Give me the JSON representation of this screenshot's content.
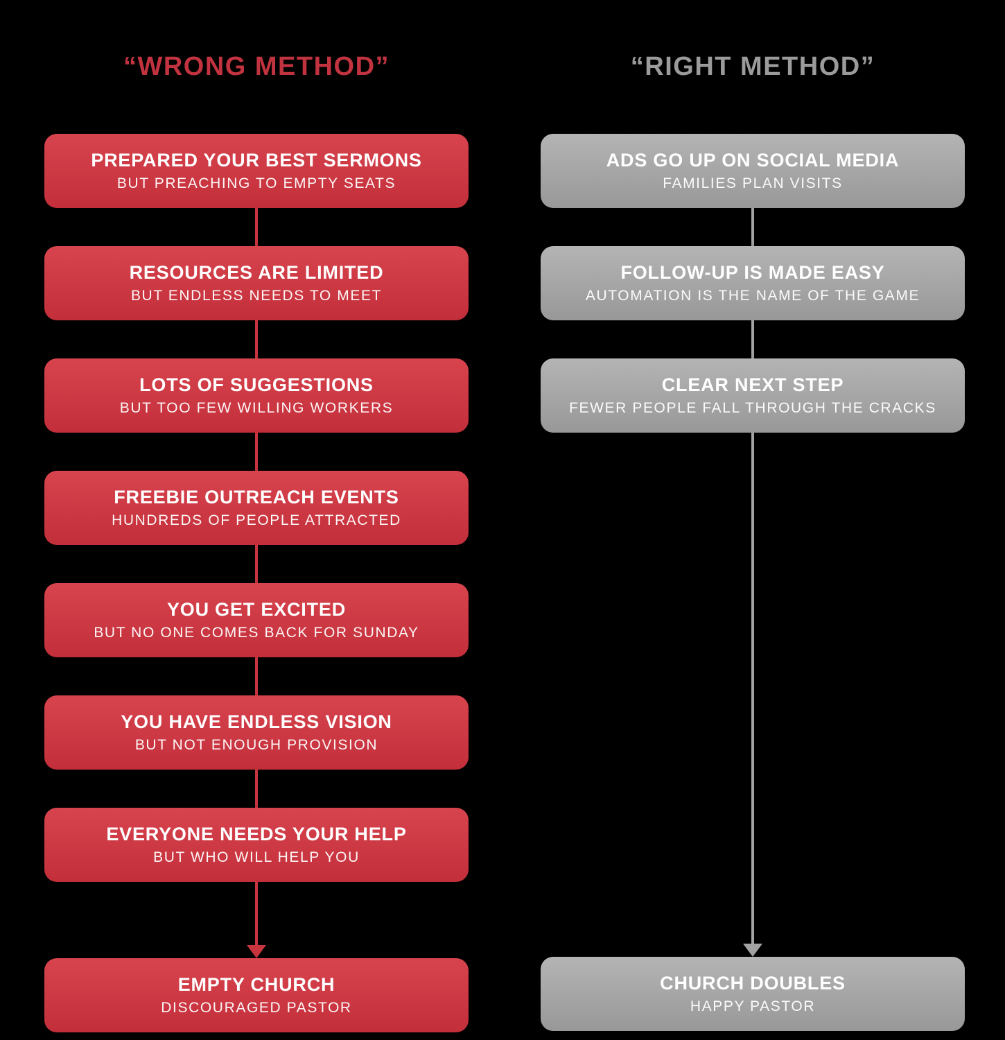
{
  "page": {
    "background_color": "#000000"
  },
  "columns": [
    {
      "id": "wrong-method",
      "title": "“WRONG METHOD”",
      "accent_color": "#c23340",
      "box_color_top": "#d8444e",
      "box_color_bottom": "#c22f3a",
      "steps": [
        {
          "title": "PREPARED YOUR BEST SERMONS",
          "subtitle": "BUT PREACHING TO EMPTY SEATS"
        },
        {
          "title": "RESOURCES ARE LIMITED",
          "subtitle": "BUT ENDLESS NEEDS TO MEET"
        },
        {
          "title": "LOTS OF SUGGESTIONS",
          "subtitle": "BUT TOO FEW WILLING WORKERS"
        },
        {
          "title": "FREEBIE OUTREACH EVENTS",
          "subtitle": "HUNDREDS OF PEOPLE ATTRACTED"
        },
        {
          "title": "YOU GET EXCITED",
          "subtitle": "BUT NO ONE COMES BACK FOR SUNDAY"
        },
        {
          "title": "YOU HAVE ENDLESS VISION",
          "subtitle": "BUT NOT ENOUGH PROVISION"
        },
        {
          "title": "EVERYONE NEEDS YOUR HELP",
          "subtitle": "BUT WHO WILL HELP YOU"
        }
      ],
      "result": {
        "title": "EMPTY CHURCH",
        "subtitle": "DISCOURAGED PASTOR"
      }
    },
    {
      "id": "right-method",
      "title": "“RIGHT METHOD”",
      "accent_color": "#9b9b9b",
      "box_color_top": "#b4b4b4",
      "box_color_bottom": "#989898",
      "steps": [
        {
          "title": "ADS GO UP ON SOCIAL MEDIA",
          "subtitle": "FAMILIES PLAN VISITS"
        },
        {
          "title": "FOLLOW-UP IS MADE EASY",
          "subtitle": "AUTOMATION IS THE NAME OF THE GAME"
        },
        {
          "title": "CLEAR NEXT STEP",
          "subtitle": "FEWER PEOPLE FALL THROUGH THE CRACKS"
        }
      ],
      "result": {
        "title": "CHURCH DOUBLES",
        "subtitle": "HAPPY PASTOR"
      }
    }
  ]
}
